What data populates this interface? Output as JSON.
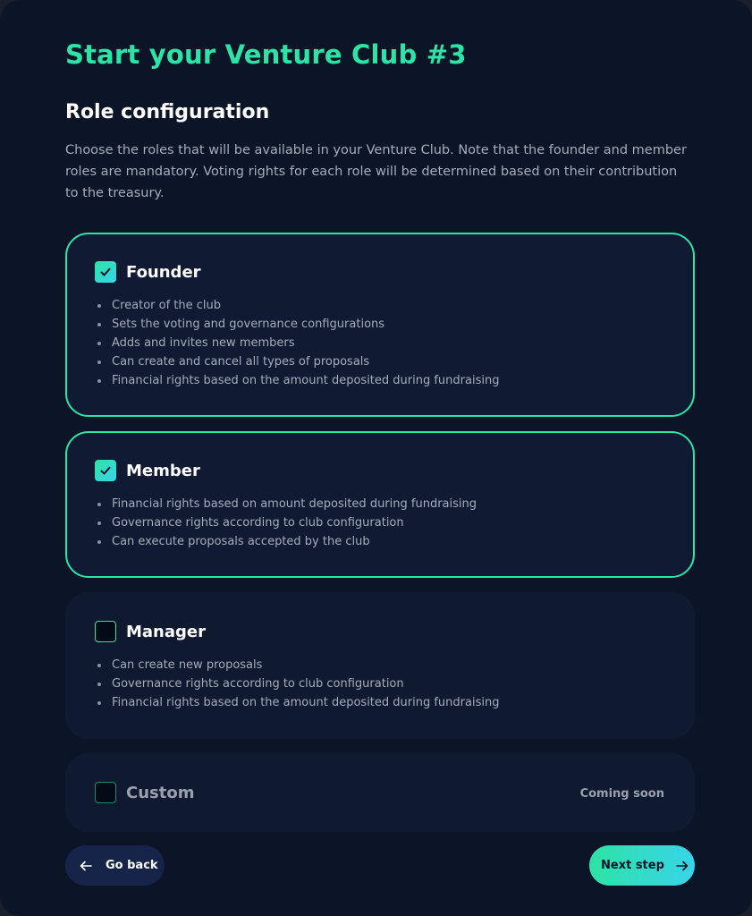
{
  "header": {
    "title": "Start your Venture Club #3",
    "section_title": "Role configuration",
    "description": "Choose the roles that will be available in your Venture Club. Note that the founder and member roles are mandatory. Voting rights for each role will be determined based on their contribution to the treasury."
  },
  "roles": [
    {
      "name": "Founder",
      "checked": true,
      "permissions": [
        "Creator of the club",
        "Sets the voting and governance configurations",
        "Adds and invites new members",
        "Can create and cancel all types of proposals",
        "Financial rights based on the amount deposited during fundraising"
      ]
    },
    {
      "name": "Member",
      "checked": true,
      "permissions": [
        "Financial rights based on amount deposited during fundraising",
        "Governance rights according to club configuration",
        "Can execute proposals accepted by the club"
      ]
    },
    {
      "name": "Manager",
      "checked": false,
      "permissions": [
        "Can create new proposals",
        "Governance rights according to club configuration",
        "Financial rights based on the amount deposited during fundraising"
      ]
    },
    {
      "name": "Custom",
      "checked": false,
      "badge": "Coming soon"
    }
  ],
  "footer": {
    "back_label": "Go back",
    "next_label": "Next step"
  },
  "colors": {
    "accent": "#2de3a5",
    "accent_end": "#38d4ea",
    "background": "#0b1527",
    "card": "#101b33"
  },
  "icons": {
    "check": "check-icon",
    "back": "arrow-left-icon",
    "next": "arrow-right-icon"
  }
}
